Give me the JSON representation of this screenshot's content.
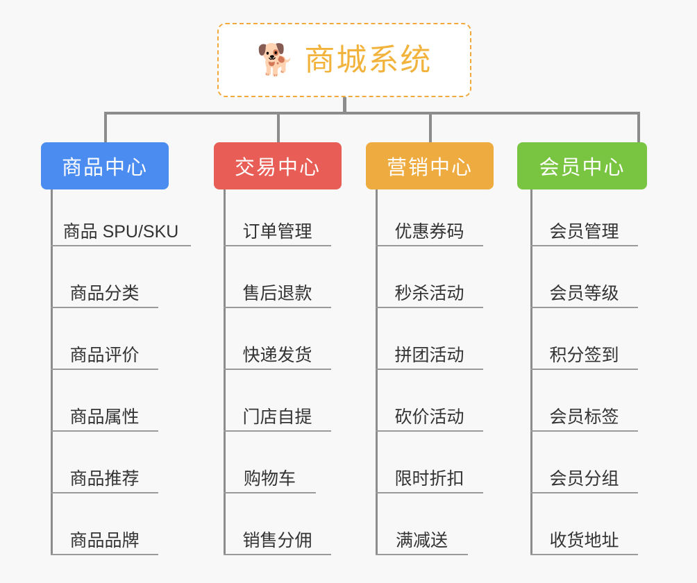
{
  "canvas": {
    "background": "#f8f8f8"
  },
  "root": {
    "icon": "shiba-dog-face-icon",
    "emoji": "🐕",
    "title": "商城系统",
    "title_color": "#f2b33d",
    "border_color": "#f2a93b",
    "background": "#ffffff"
  },
  "connector": {
    "color": "#8c8c8c"
  },
  "columns": [
    {
      "id": "product-center",
      "title": "商品中心",
      "color": "#4a8cf0",
      "items": [
        "商品 SPU/SKU",
        "商品分类",
        "商品评价",
        "商品属性",
        "商品推荐",
        "商品品牌"
      ]
    },
    {
      "id": "trade-center",
      "title": "交易中心",
      "color": "#e85d55",
      "items": [
        "订单管理",
        "售后退款",
        "快递发货",
        "门店自提",
        "购物车",
        "销售分佣"
      ]
    },
    {
      "id": "marketing-center",
      "title": "营销中心",
      "color": "#eeab40",
      "items": [
        "优惠券码",
        "秒杀活动",
        "拼团活动",
        "砍价活动",
        "限时折扣",
        "满减送"
      ]
    },
    {
      "id": "member-center",
      "title": "会员中心",
      "color": "#79c441",
      "items": [
        "会员管理",
        "会员等级",
        "积分签到",
        "会员标签",
        "会员分组",
        "收货地址"
      ]
    }
  ]
}
